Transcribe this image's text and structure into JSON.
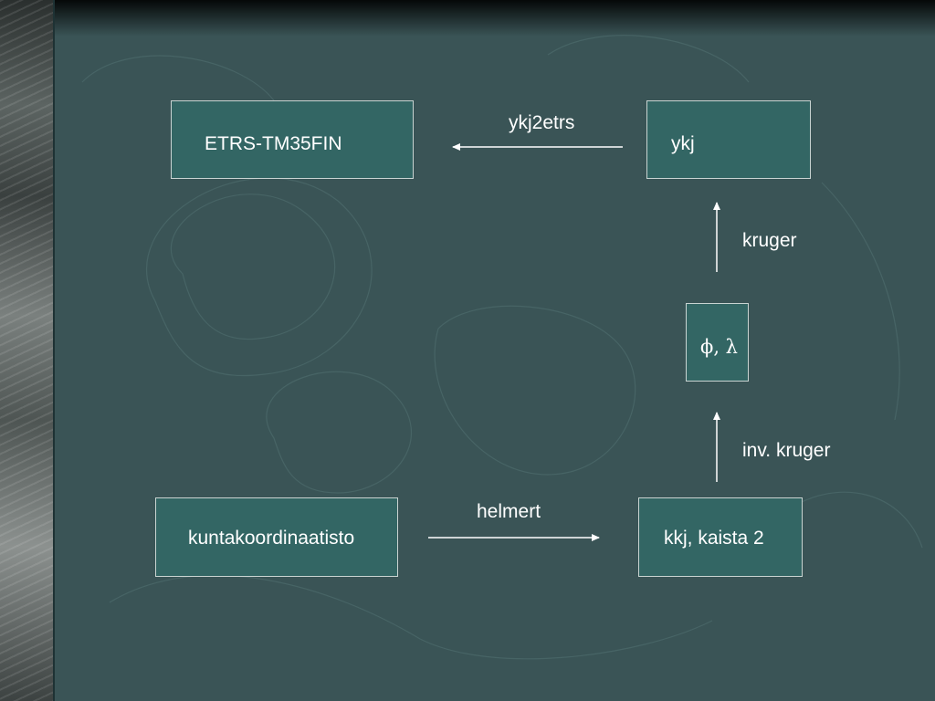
{
  "diagram": {
    "nodes": {
      "etrs": "ETRS-TM35FIN",
      "ykj": "ykj",
      "philambda": "ϕ, λ",
      "kunta": "kuntakoordinaatisto",
      "kkj": "kkj, kaista 2"
    },
    "edges": {
      "ykj2etrs": "ykj2etrs",
      "kruger": "kruger",
      "inv_kruger": "inv. kruger",
      "helmert": "helmert"
    }
  },
  "colors": {
    "background": "#3a5456",
    "node_fill": "#336664",
    "node_border": "#c9d4d2",
    "text": "#ffffff"
  }
}
